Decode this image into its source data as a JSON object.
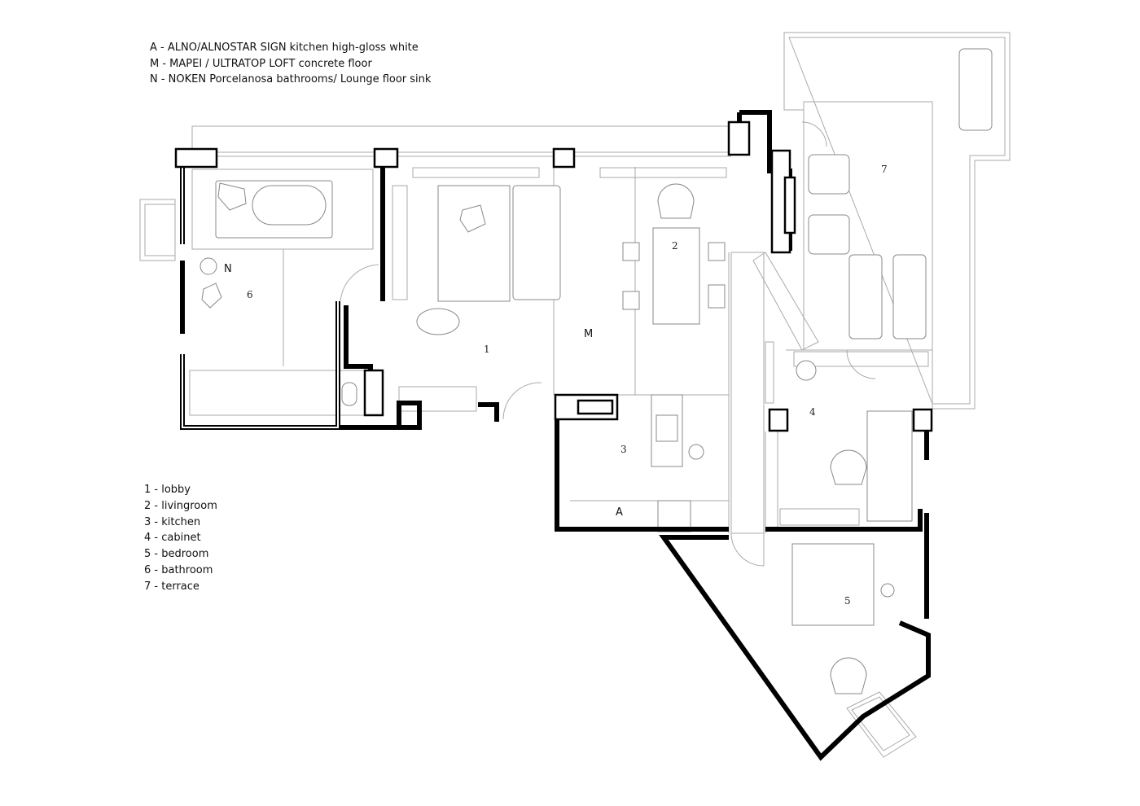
{
  "materials_legend": [
    "A - ALNO/ALNOSTAR SIGN kitchen high-gloss white",
    "M - MAPEI / ULTRATOP LOFT concrete floor",
    "N - NOKEN Porcelanosa bathrooms/ Lounge floor sink"
  ],
  "rooms_legend": [
    "1 - lobby",
    "2 - livingroom",
    "3 - kitchen",
    "4 - cabinet",
    "5 - bedroom",
    "6 - bathroom",
    "7 - terrace"
  ],
  "plan_labels": {
    "room1": "1",
    "room2": "2",
    "room3": "3",
    "room4": "4",
    "room5": "5",
    "room6": "6",
    "room7": "7",
    "mat_A": "A",
    "mat_M": "M",
    "mat_N": "N"
  }
}
